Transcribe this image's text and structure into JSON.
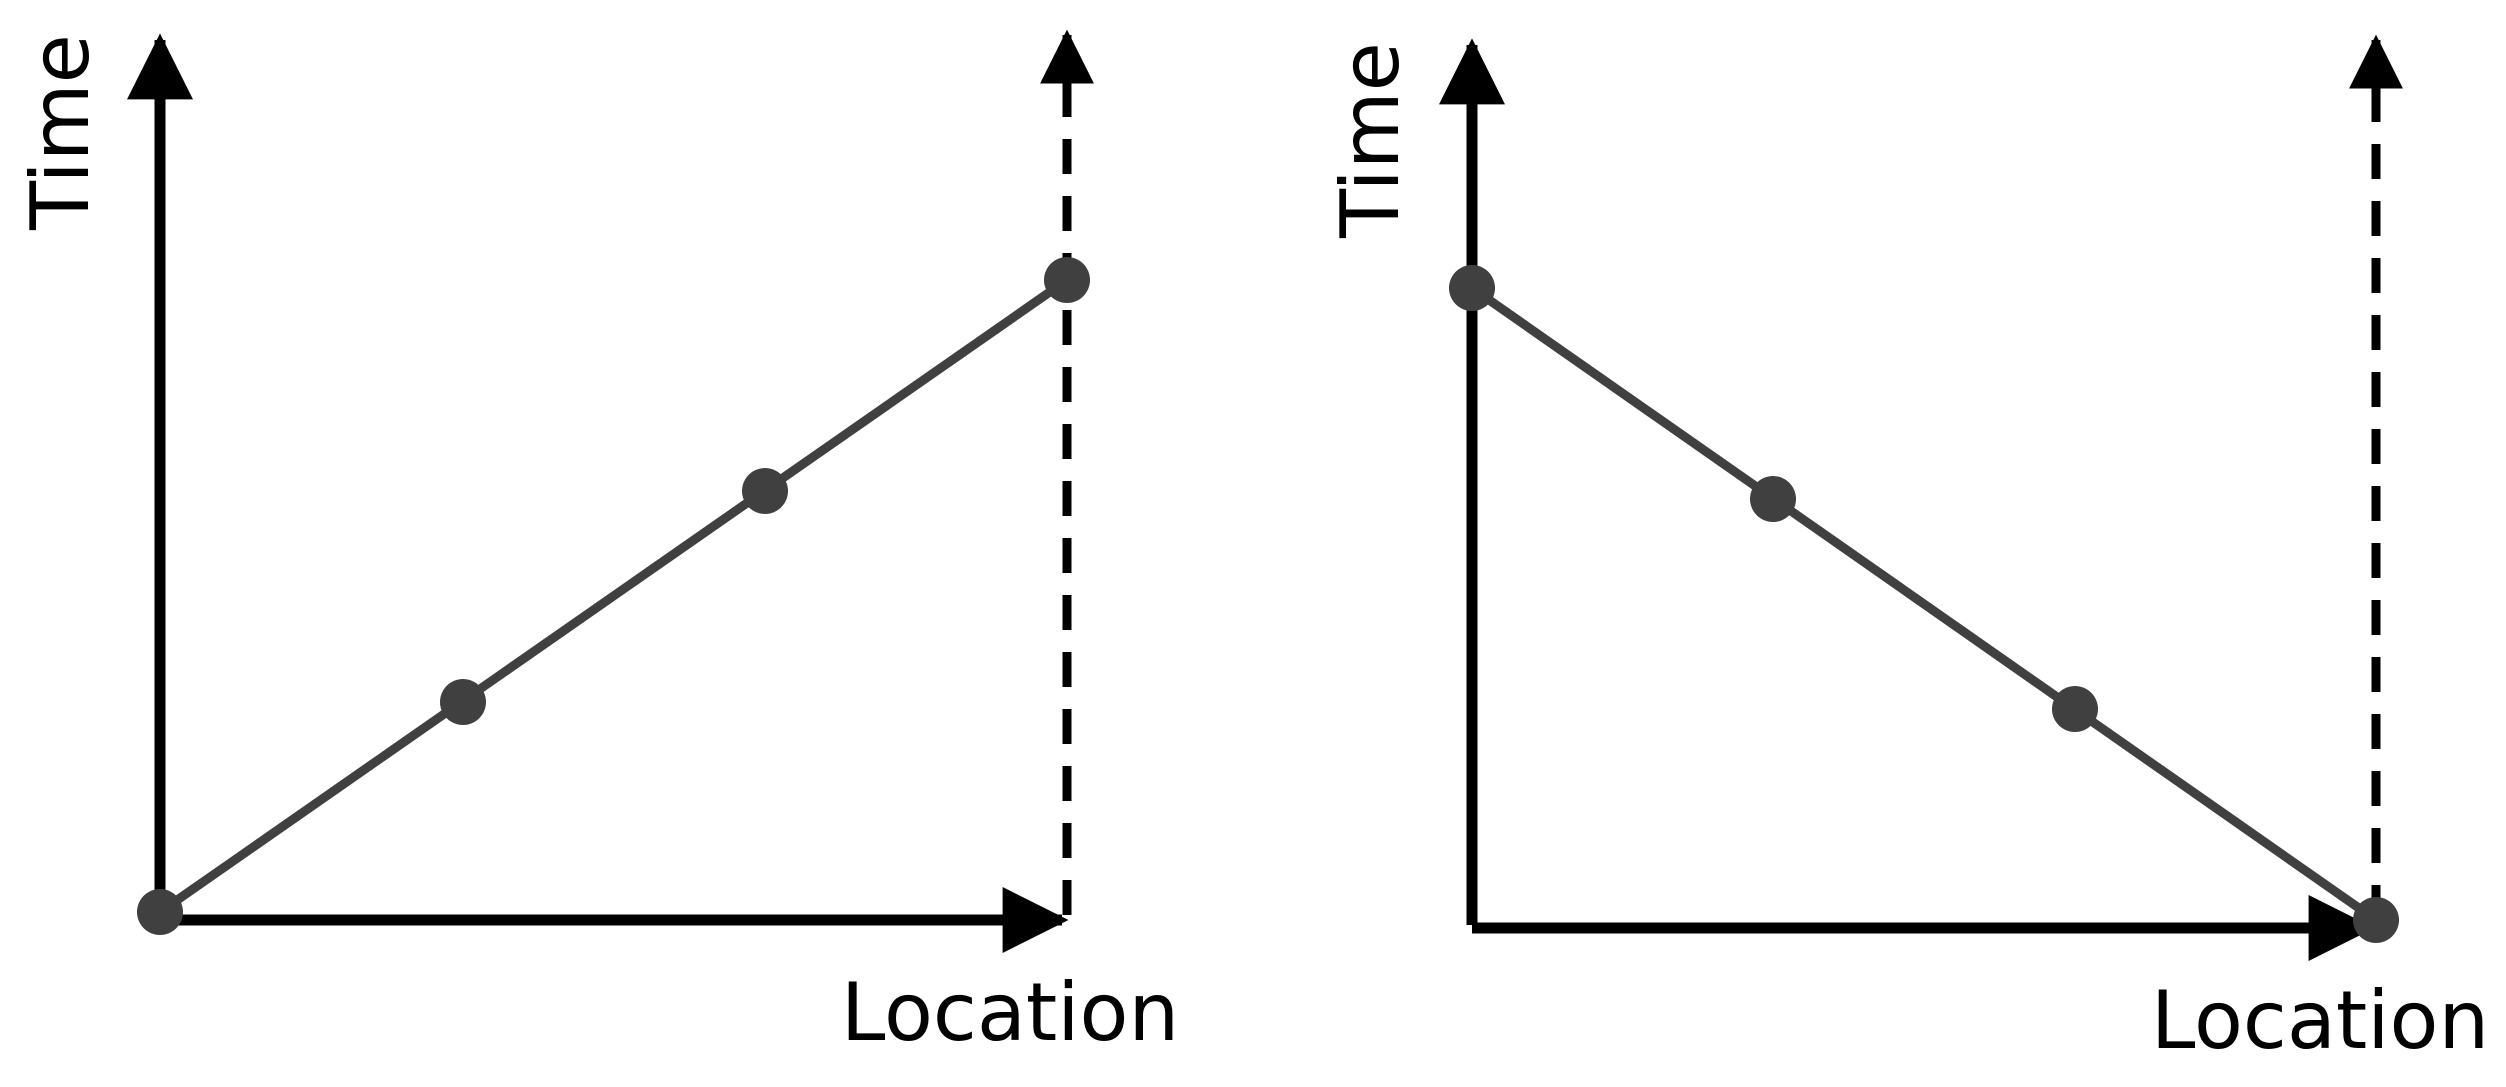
{
  "diagram": {
    "colors": {
      "axis": "#000000",
      "line": "#404040",
      "point": "#404040"
    },
    "panels": [
      {
        "id": "left",
        "x_axis_label": "Location",
        "y_axis_label": "Time",
        "trend": "increasing",
        "points": 4
      },
      {
        "id": "right",
        "x_axis_label": "Location",
        "y_axis_label": "Time",
        "trend": "decreasing",
        "points": 4
      }
    ]
  }
}
